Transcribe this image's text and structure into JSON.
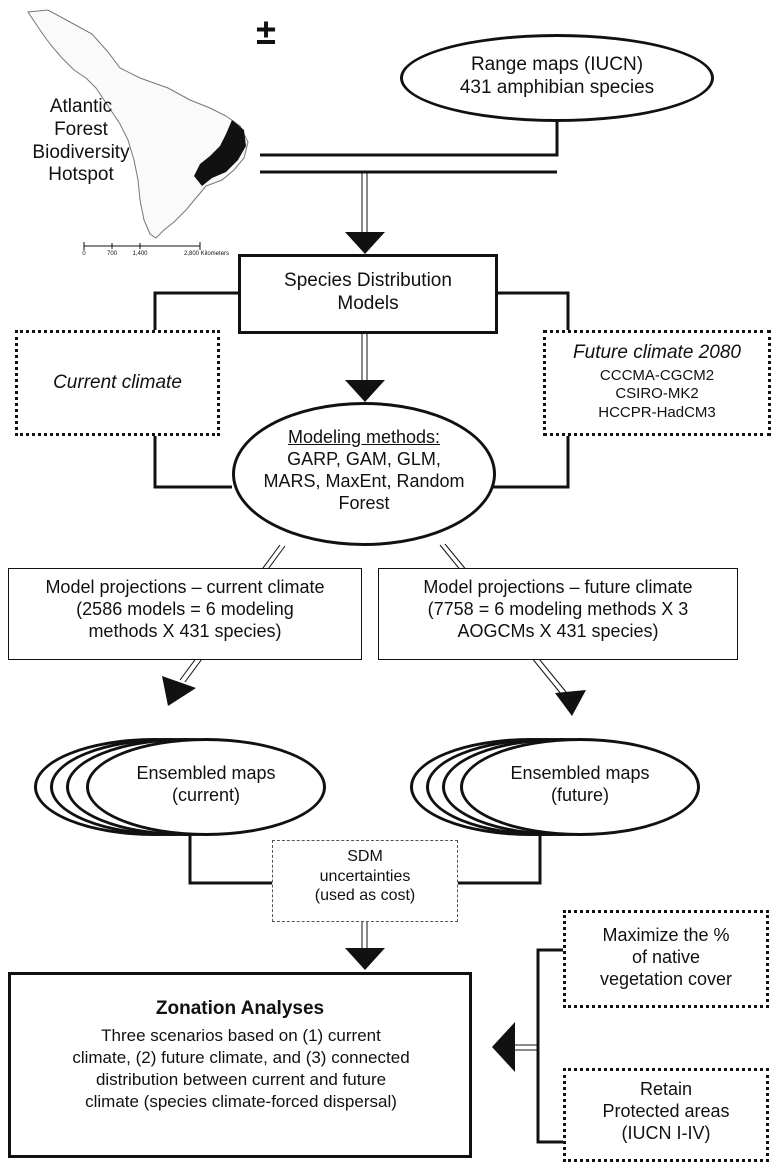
{
  "map": {
    "label_lines": [
      "Atlantic",
      "Forest",
      "Biodiversity",
      "Hotspot"
    ],
    "north_symbol": "±",
    "scale_ticks": [
      "0",
      "700",
      "1,400",
      "2,800 Kilometers"
    ]
  },
  "range_maps": {
    "line1": "Range maps (IUCN)",
    "line2": "431 amphibian species"
  },
  "sdm": {
    "line1": "Species Distribution",
    "line2": "Models"
  },
  "current_climate": {
    "label": "Current climate"
  },
  "future_climate": {
    "title": "Future climate 2080",
    "models": [
      "CCCMA-CGCM2",
      "CSIRO-MK2",
      "HCCPR-HadCM3"
    ]
  },
  "modeling_methods": {
    "title": "Modeling methods:",
    "lines": [
      "GARP, GAM, GLM,",
      "MARS, MaxEnt, Random",
      "Forest"
    ]
  },
  "proj_current": {
    "lines": [
      "Model projections – current climate",
      "(2586 models = 6 modeling",
      "methods X 431 species)"
    ]
  },
  "proj_future": {
    "lines": [
      "Model projections – future climate",
      "(7758 = 6 modeling methods X 3",
      "AOGCMs X 431 species)"
    ]
  },
  "ensembled_current": {
    "line1": "Ensembled maps",
    "line2": "(current)"
  },
  "ensembled_future": {
    "line1": "Ensembled maps",
    "line2": "(future)"
  },
  "sdm_uncertainties": {
    "lines": [
      "SDM",
      "uncertainties",
      "(used as cost)"
    ]
  },
  "zonation": {
    "title": "Zonation Analyses",
    "lines": [
      "Three scenarios based on (1) current",
      "climate, (2) future climate, and (3) connected",
      "distribution between current and future",
      "climate (species climate-forced dispersal)"
    ]
  },
  "maximize": {
    "lines": [
      "Maximize the %",
      "of native",
      "vegetation cover"
    ]
  },
  "retain": {
    "lines": [
      "Retain",
      "Protected areas",
      "(IUCN I-IV)"
    ]
  }
}
